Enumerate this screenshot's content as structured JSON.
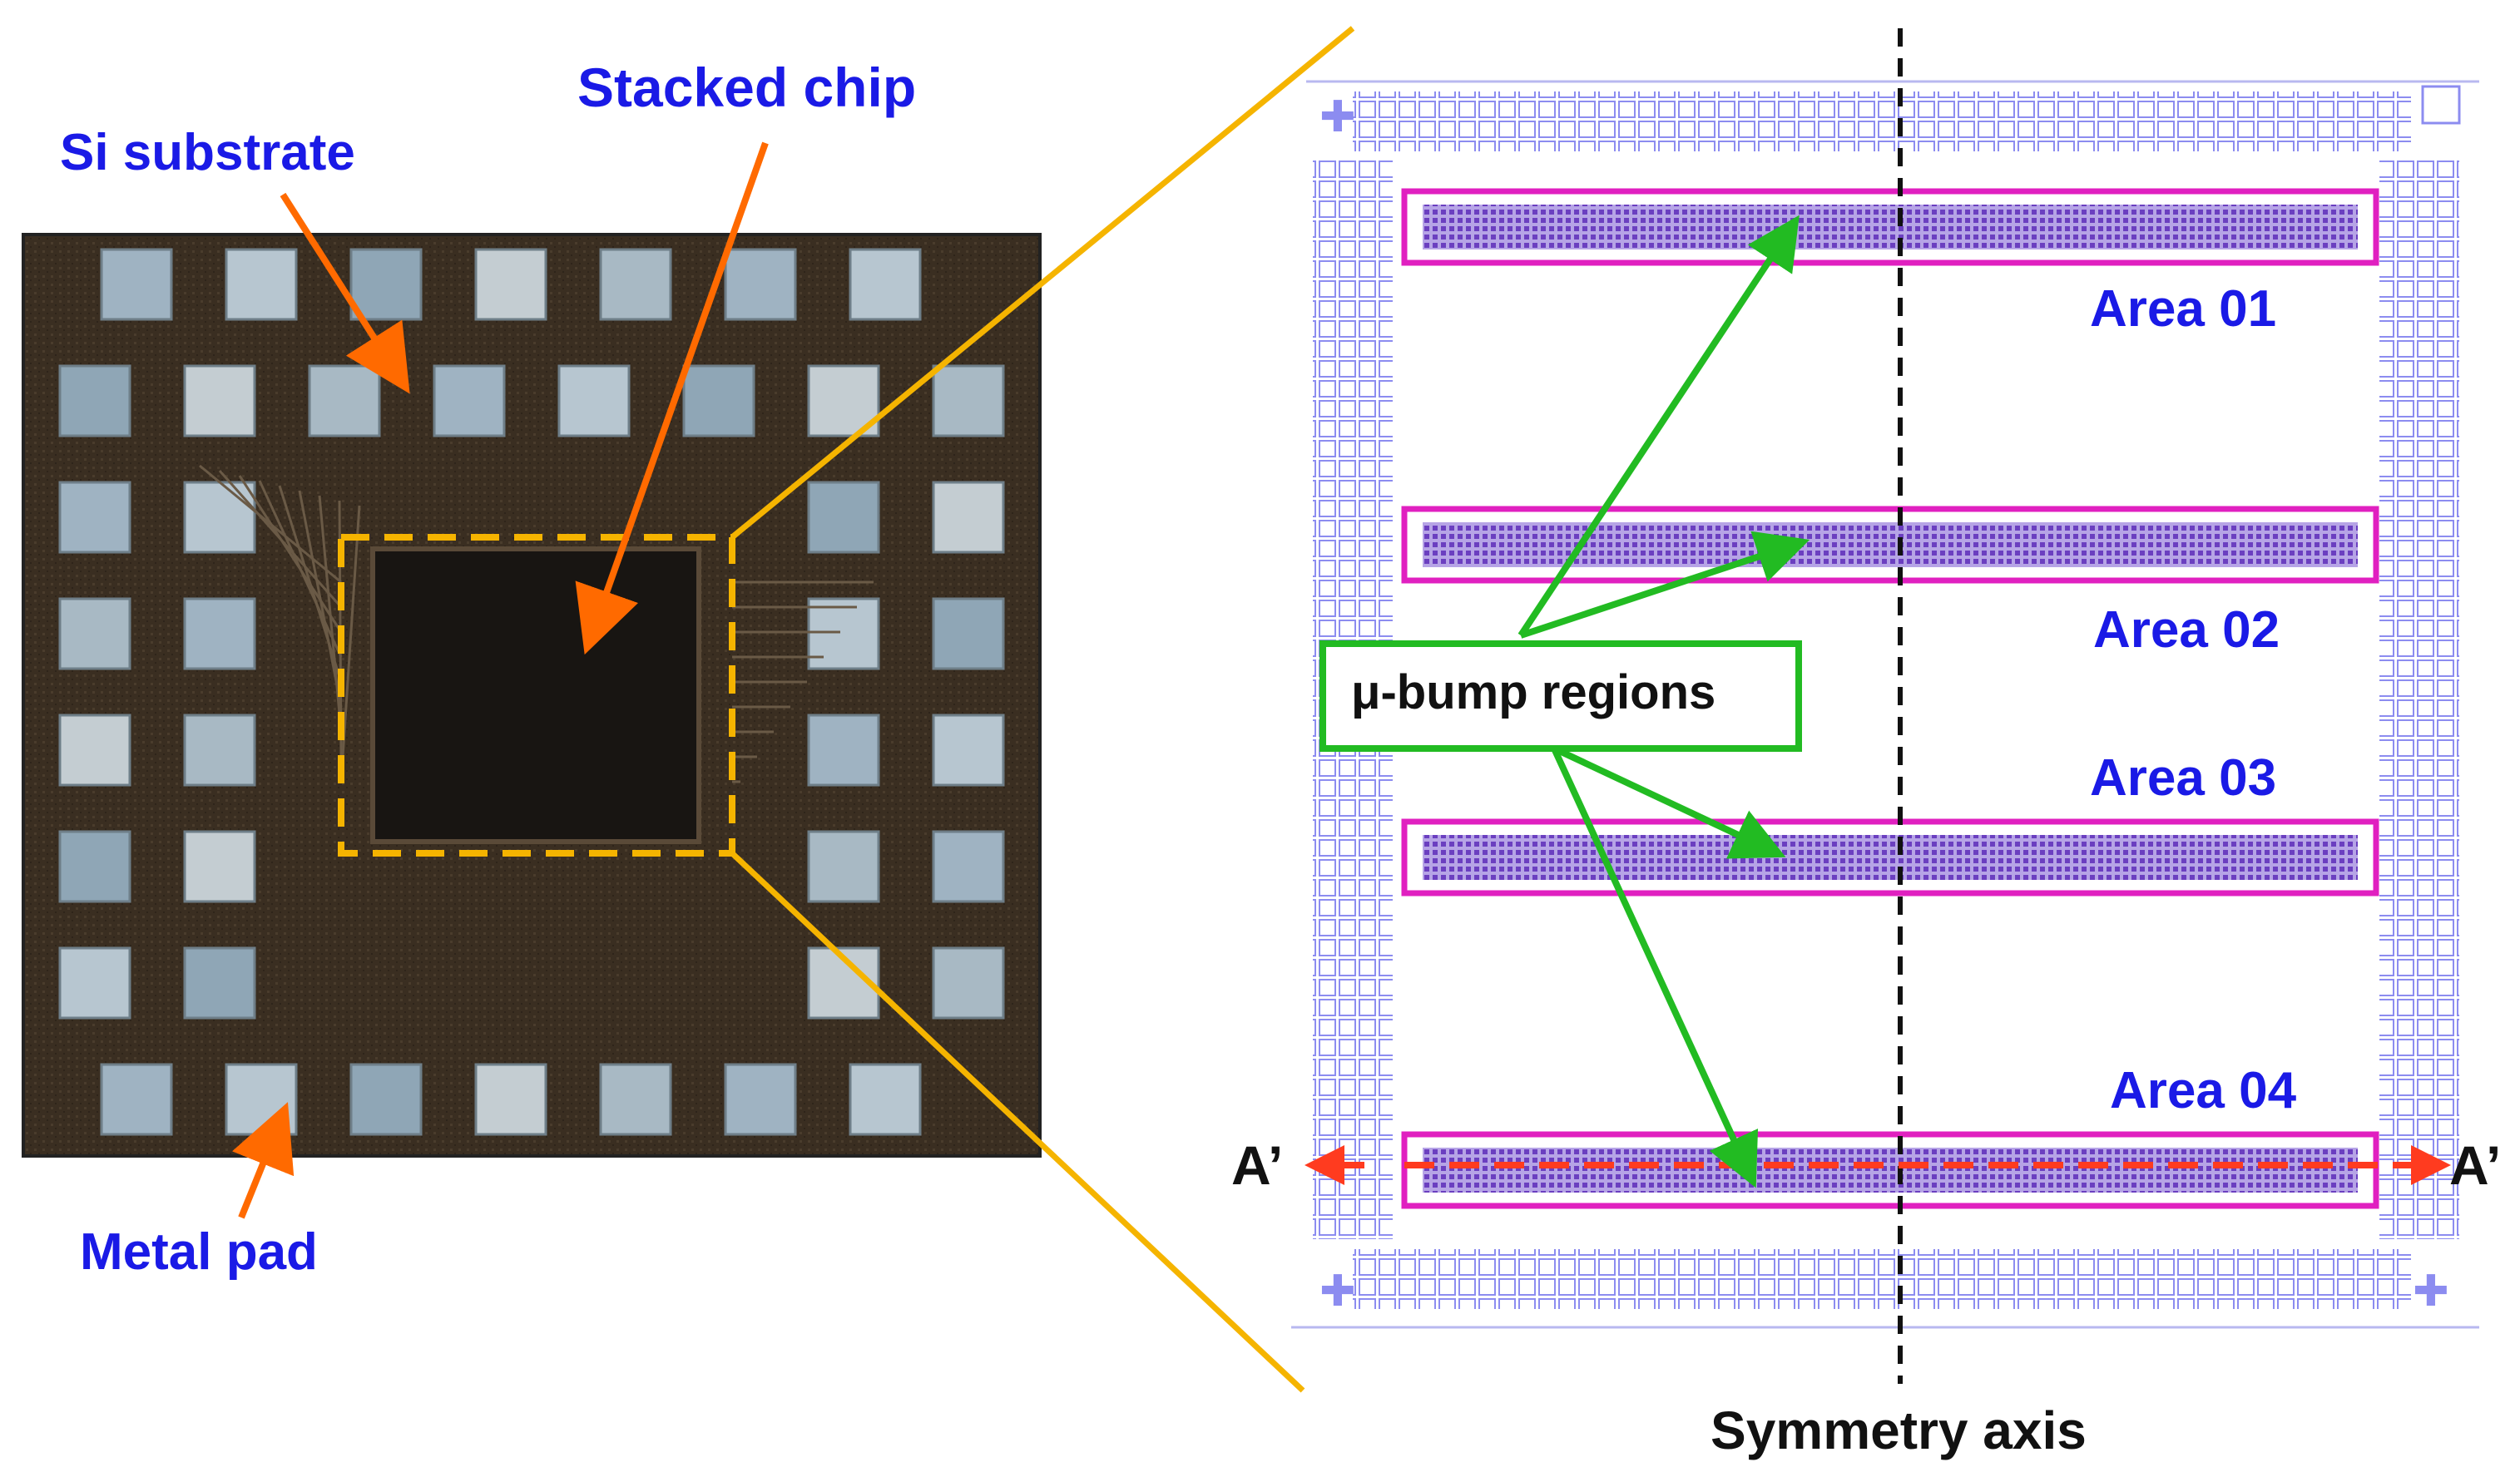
{
  "labels": {
    "si_substrate": "Si substrate",
    "stacked_chip": "Stacked chip",
    "metal_pad": "Metal pad",
    "bump_regions": "μ-bump regions",
    "symmetry_axis": "Symmetry axis",
    "a_left": "A’",
    "a_right": "A’"
  },
  "areas": [
    {
      "label": "Area 01"
    },
    {
      "label": "Area 02"
    },
    {
      "label": "Area 03"
    },
    {
      "label": "Area 04"
    }
  ],
  "colors": {
    "label_blue": "#1a1ae6",
    "arrow_orange": "#ff6a00",
    "zoom_line": "#f5b400",
    "area_magenta": "#e020c0",
    "bump_fill": "#7a4cc8",
    "callout_green": "#22bb22",
    "section_red": "#ff3b1f",
    "layout_blue": "#8c8cf0",
    "chip_dark": "#181512",
    "substrate": "#3b2f22"
  }
}
